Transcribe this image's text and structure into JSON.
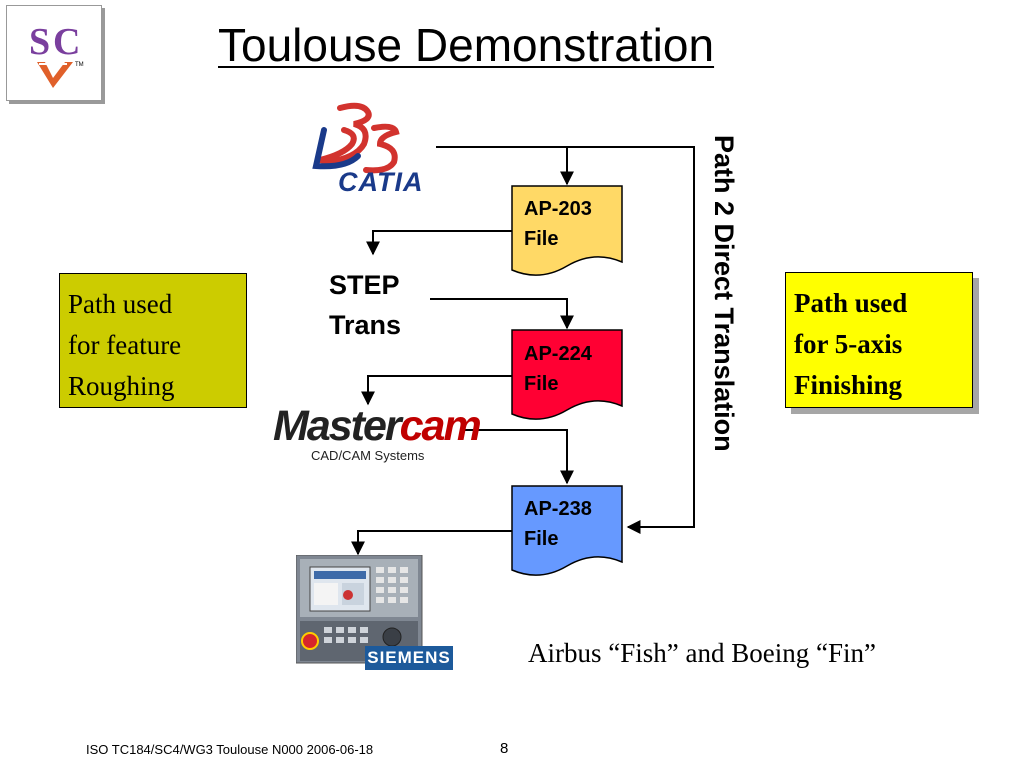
{
  "title": "Toulouse Demonstration",
  "left_note": {
    "line1": "Path used",
    "line2": "for feature",
    "line3": "Roughing"
  },
  "right_note": {
    "line1": "Path used",
    "line2": "for 5-axis",
    "line3": "Finishing"
  },
  "step": {
    "line1": "STEP",
    "line2": "Trans"
  },
  "documents": [
    {
      "line1": "AP-203",
      "line2": "File",
      "color": "#ffd966"
    },
    {
      "line1": "AP-224",
      "line2": "File",
      "color": "#ff0033"
    },
    {
      "line1": "AP-238",
      "line2": "File",
      "color": "#6699ff"
    }
  ],
  "vertical_label": "Path 2 Direct Translation",
  "caption": "Airbus “Fish” and Boeing “Fin”",
  "logos": {
    "catia": "CATIA",
    "mastercam_a": "Master",
    "mastercam_b": "cam",
    "mastercam_sub": "CAD/CAM Systems",
    "siemens": "SIEMENS"
  },
  "footer": "ISO TC184/SC4/WG3 Toulouse N000 2006-06-18",
  "page_number": "8",
  "icons": [
    "sc-logo-icon",
    "catia-logo-icon",
    "mastercam-logo-icon",
    "siemens-controller-icon"
  ]
}
